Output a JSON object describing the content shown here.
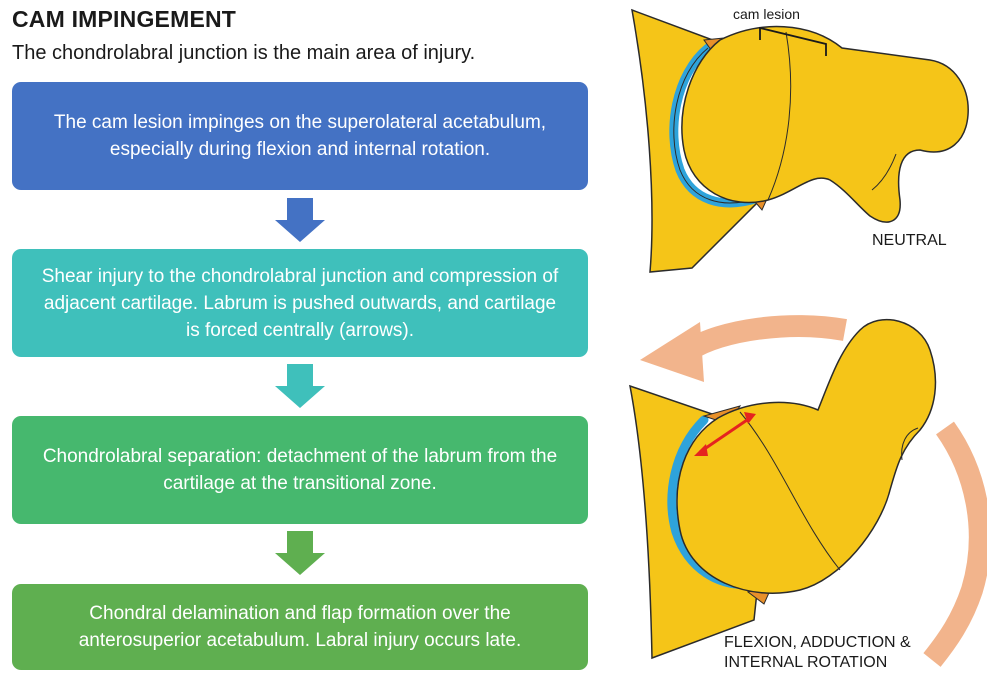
{
  "title": "CAM IMPINGEMENT",
  "subtitle": "The chondrolabral junction is the main area of injury.",
  "steps": [
    {
      "text": "The cam lesion impinges on the superolateral acetabulum, especially during flexion and internal rotation.",
      "color": "#4472C4"
    },
    {
      "text": "Shear injury to the chondrolabral junction and compression of adjacent cartilage. Labrum is pushed outwards, and cartilage is forced centrally (arrows).",
      "color": "#3FC0BB"
    },
    {
      "text": "Chondrolabral separation: detachment of the labrum from the cartilage at the transitional zone.",
      "color": "#46B86E"
    },
    {
      "text": "Chondral delamination and flap formation over the anterosuperior acetabulum. Labral injury occurs late.",
      "color": "#5FAF50"
    }
  ],
  "arrow_colors": [
    "#4472C4",
    "#3FC0BB",
    "#46B86E"
  ],
  "figures": {
    "neutral": {
      "label": "NEUTRAL",
      "lesion_label": "cam lesion"
    },
    "flexion": {
      "label_line1": "FLEXION, ADDUCTION &",
      "label_line2": "INTERNAL ROTATION"
    }
  },
  "colors": {
    "bone": "#F5C518",
    "bone_stroke": "#2b2b2b",
    "cartilage": "#2EA3DB",
    "labrum": "#E8902A",
    "motion_arrow": "#F2B48C",
    "force_arrow": "#E5231F"
  }
}
